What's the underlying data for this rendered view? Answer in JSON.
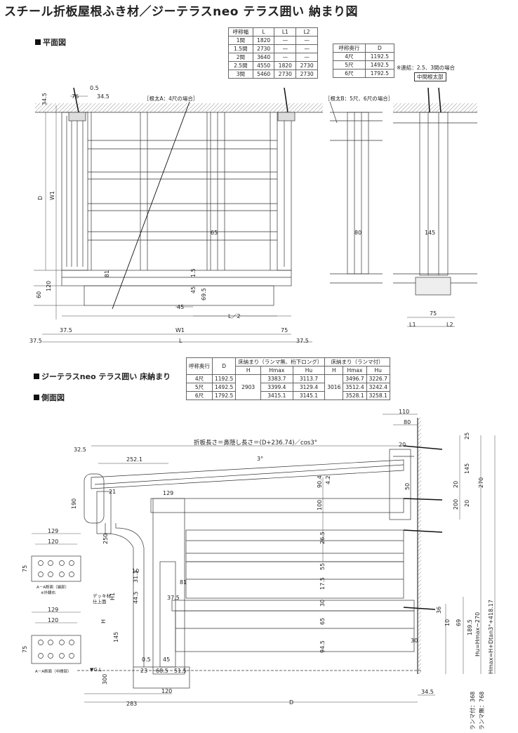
{
  "title": "スチール折板屋根ふき材／ジーテラスneo テラス囲い 納まり図",
  "plan": {
    "heading": "平面図",
    "width_table": {
      "headers": [
        "呼称幅",
        "L",
        "L1",
        "L2"
      ],
      "rows": [
        [
          "1間",
          "1820",
          "—",
          "—"
        ],
        [
          "1.5間",
          "2730",
          "—",
          "—"
        ],
        [
          "2間",
          "3640",
          "—",
          "—"
        ],
        [
          "2.5間",
          "4550",
          "1820",
          "2730"
        ],
        [
          "3間",
          "5460",
          "2730",
          "2730"
        ]
      ]
    },
    "depth_table": {
      "headers": [
        "呼称奥行",
        "D"
      ],
      "rows": [
        [
          "4尺",
          "1192.5"
        ],
        [
          "5尺",
          "1492.5"
        ],
        [
          "6尺",
          "1792.5"
        ]
      ]
    },
    "joint_note": "※連結：2.5、3間の場合",
    "middle_beam_label": "中間根太部",
    "beam_a_label": "［根太A：4尺の場合］",
    "beam_b_label": "［根太B：5尺、6尺の場合］",
    "dims": {
      "d345": "34.5",
      "d76": "76",
      "d05": "0.5",
      "d345b": "34.5",
      "D": "D",
      "W1v": "W1",
      "d65": "65",
      "d80": "80",
      "d145": "145",
      "d81": "81",
      "d120": "120",
      "d60": "60",
      "d15": "1.5",
      "d45": "45",
      "d695": "69.5",
      "d45b": "45",
      "L2h": "L／2",
      "d375a": "37.5",
      "W1": "W1",
      "d75": "75",
      "d375b": "37.5",
      "L": "L",
      "d375c": "37.5",
      "d75b": "75",
      "L1": "L1",
      "L2": "L2"
    }
  },
  "floor": {
    "heading": "ジーテラスneo テラス囲い 床納まり",
    "table": {
      "col_depth": "呼称奥行",
      "col_D": "D",
      "group1": "床納まり（ランマ無、桁下ロング）",
      "group2": "床納まり（ランマ付）",
      "sub": [
        "H",
        "Hmax",
        "Hu",
        "H",
        "Hmax",
        "Hu"
      ],
      "rows": [
        {
          "depth": "4尺",
          "D": "1192.5",
          "hmax1": "3383.7",
          "hu1": "3113.7",
          "hmax2": "3496.7",
          "hu2": "3226.7"
        },
        {
          "depth": "5尺",
          "D": "1492.5",
          "hmax1": "3399.4",
          "hu1": "3129.4",
          "hmax2": "3512.4",
          "hu2": "3242.4"
        },
        {
          "depth": "6尺",
          "D": "1792.5",
          "hmax1": "3415.1",
          "hu1": "3145.1",
          "hmax2": "3528.1",
          "hu2": "3258.1"
        }
      ],
      "h1": "2903",
      "h2": "3016"
    }
  },
  "side": {
    "heading": "側面図",
    "formula": "折板長さ＝鼻隠し長さ＝(D+236.74)／cos3°",
    "dims": {
      "d110": "110",
      "d80": "80",
      "d20": "20",
      "d25": "25",
      "d325": "32.5",
      "d2521": "252.1",
      "deg3": "3°",
      "d904": "90.4",
      "d42": "4.2",
      "d21": "21",
      "d129": "129",
      "d190": "190",
      "d100": "100",
      "d50": "50",
      "d20b": "20",
      "d145": "145",
      "d270": "270",
      "d200": "200",
      "d20c": "20",
      "d265": "26.5",
      "d250": "250",
      "d10": "10",
      "d55": "55",
      "d313": "31.3",
      "d81": "81",
      "d445": "44.5",
      "d175": "17.5",
      "d375": "37.5",
      "d30": "30",
      "d36": "36",
      "d65": "65",
      "d10b": "10",
      "d69": "69",
      "d1895": "189.5",
      "d945": "94.5",
      "d30b": "30",
      "d145b": "145",
      "d05": "0.5",
      "d45": "45",
      "d23": "23",
      "d685": "68.5",
      "d515": "51.5",
      "d300": "300",
      "d120": "120",
      "d283": "283",
      "D": "D",
      "d345": "34.5",
      "Hmax": "Hmax=H+Dtan3°+418.17",
      "Hu": "Hu=Hmax−270",
      "H1": "H1",
      "H": "H",
      "GL": "▼G.L",
      "ramma1": "ランマ付：368",
      "ramma2": "ランマ無：768",
      "deck1": "デッキ材",
      "deck2": "仕上面"
    },
    "detail": {
      "w129": "129",
      "w120": "120",
      "h75": "75",
      "cap1": "A－A断面（端部）",
      "cap1b": "※外観右",
      "cap2": "A－A断面（中間部）"
    }
  }
}
